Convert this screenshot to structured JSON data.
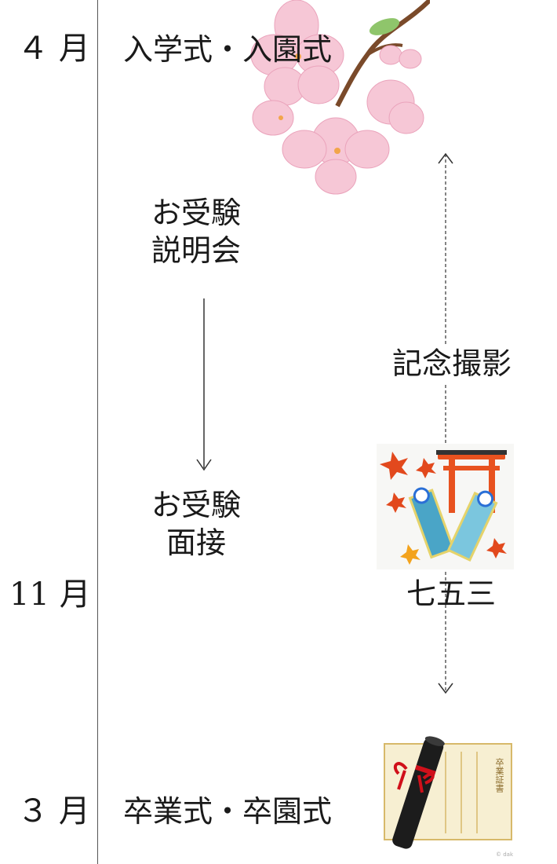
{
  "timeline": {
    "months": {
      "april": "４ 月",
      "november": "11 月",
      "march": "３ 月"
    }
  },
  "events": {
    "entrance_ceremony": "入学式・入園式",
    "exam_briefing": {
      "line1": "お受験",
      "line2": "説明会"
    },
    "exam_interview": {
      "line1": "お受験",
      "line2": "面接"
    },
    "commemorative_photo": "記念撮影",
    "shichigosan": "七五三",
    "graduation_ceremony": "卒業式・卒園式"
  },
  "illustrations": {
    "cherry_blossom": "cherry-blossom-icon",
    "shichigosan": "torii-chitoseame-icon",
    "diploma": "diploma-scroll-icon",
    "diploma_text": "卒業証書",
    "copyright": "© dak"
  },
  "colors": {
    "line": "#555555",
    "blossom": "#f6c7d6",
    "blossom_dark": "#eaa3bb",
    "torii": "#e8521f",
    "ribbon": "#d0101a",
    "scroll": "#1c1c1c",
    "diploma_paper": "#f7efd2",
    "diploma_border": "#d7b96a"
  }
}
